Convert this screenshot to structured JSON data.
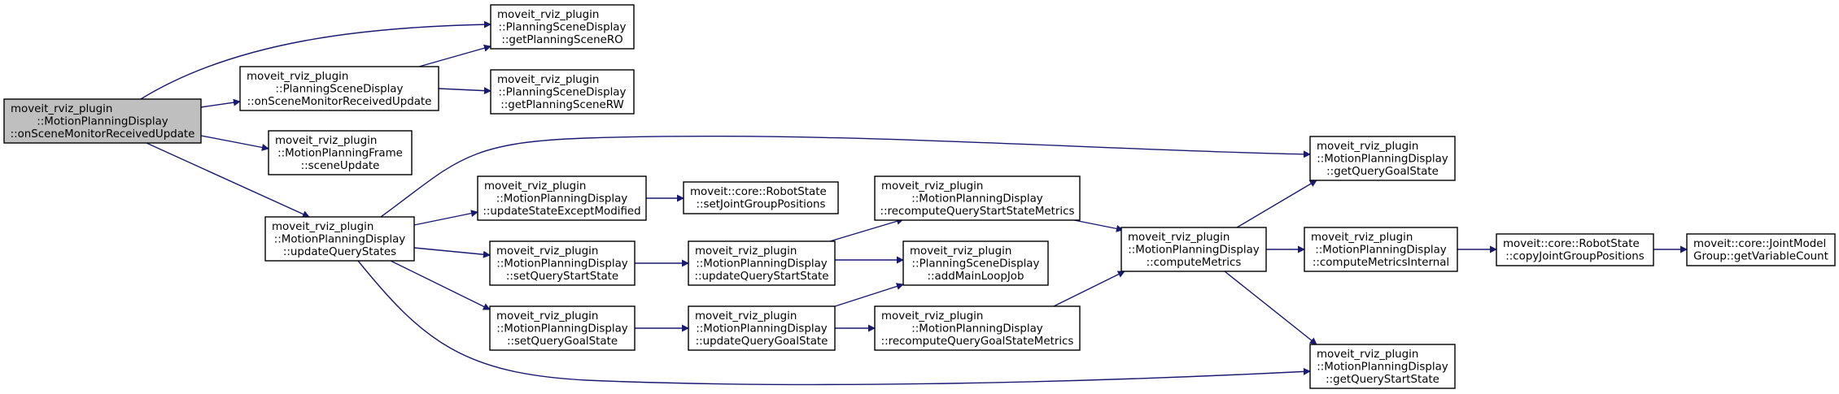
{
  "colors": {
    "edge": "#191970",
    "node_fill": "#ffffff",
    "root_fill": "#bfbfbf",
    "border": "#000000"
  },
  "nodes": {
    "root": [
      "moveit_rviz_plugin",
      "::MotionPlanningDisplay",
      "::onSceneMonitorReceivedUpdate"
    ],
    "getPlanningSceneRO": [
      "moveit_rviz_plugin",
      "::PlanningSceneDisplay",
      "::getPlanningSceneRO"
    ],
    "psdOnSceneMonitor": [
      "moveit_rviz_plugin",
      "::PlanningSceneDisplay",
      "::onSceneMonitorReceivedUpdate"
    ],
    "getPlanningSceneRW": [
      "moveit_rviz_plugin",
      "::PlanningSceneDisplay",
      "::getPlanningSceneRW"
    ],
    "sceneUpdate": [
      "moveit_rviz_plugin",
      "::MotionPlanningFrame",
      "::sceneUpdate"
    ],
    "updateQueryStates": [
      "moveit_rviz_plugin",
      "::MotionPlanningDisplay",
      "::updateQueryStates"
    ],
    "updateStateExceptModified": [
      "moveit_rviz_plugin",
      "::MotionPlanningDisplay",
      "::updateStateExceptModified"
    ],
    "setJointGroupPositions": [
      "moveit::core::RobotState",
      "::setJointGroupPositions"
    ],
    "setQueryStartState": [
      "moveit_rviz_plugin",
      "::MotionPlanningDisplay",
      "::setQueryStartState"
    ],
    "updateQueryStartState": [
      "moveit_rviz_plugin",
      "::MotionPlanningDisplay",
      "::updateQueryStartState"
    ],
    "setQueryGoalState": [
      "moveit_rviz_plugin",
      "::MotionPlanningDisplay",
      "::setQueryGoalState"
    ],
    "updateQueryGoalState": [
      "moveit_rviz_plugin",
      "::MotionPlanningDisplay",
      "::updateQueryGoalState"
    ],
    "recomputeStart": [
      "moveit_rviz_plugin",
      "::MotionPlanningDisplay",
      "::recomputeQueryStartStateMetrics"
    ],
    "addMainLoopJob": [
      "moveit_rviz_plugin",
      "::PlanningSceneDisplay",
      "::addMainLoopJob"
    ],
    "recomputeGoal": [
      "moveit_rviz_plugin",
      "::MotionPlanningDisplay",
      "::recomputeQueryGoalStateMetrics"
    ],
    "computeMetrics": [
      "moveit_rviz_plugin",
      "::MotionPlanningDisplay",
      "::computeMetrics"
    ],
    "getQueryGoalState": [
      "moveit_rviz_plugin",
      "::MotionPlanningDisplay",
      "::getQueryGoalState"
    ],
    "computeMetricsInternal": [
      "moveit_rviz_plugin",
      "::MotionPlanningDisplay",
      "::computeMetricsInternal"
    ],
    "getQueryStartState": [
      "moveit_rviz_plugin",
      "::MotionPlanningDisplay",
      "::getQueryStartState"
    ],
    "copyJointGroupPositions": [
      "moveit::core::RobotState",
      "::copyJointGroupPositions"
    ],
    "getVariableCount": [
      "moveit::core::JointModel",
      "Group::getVariableCount"
    ]
  }
}
